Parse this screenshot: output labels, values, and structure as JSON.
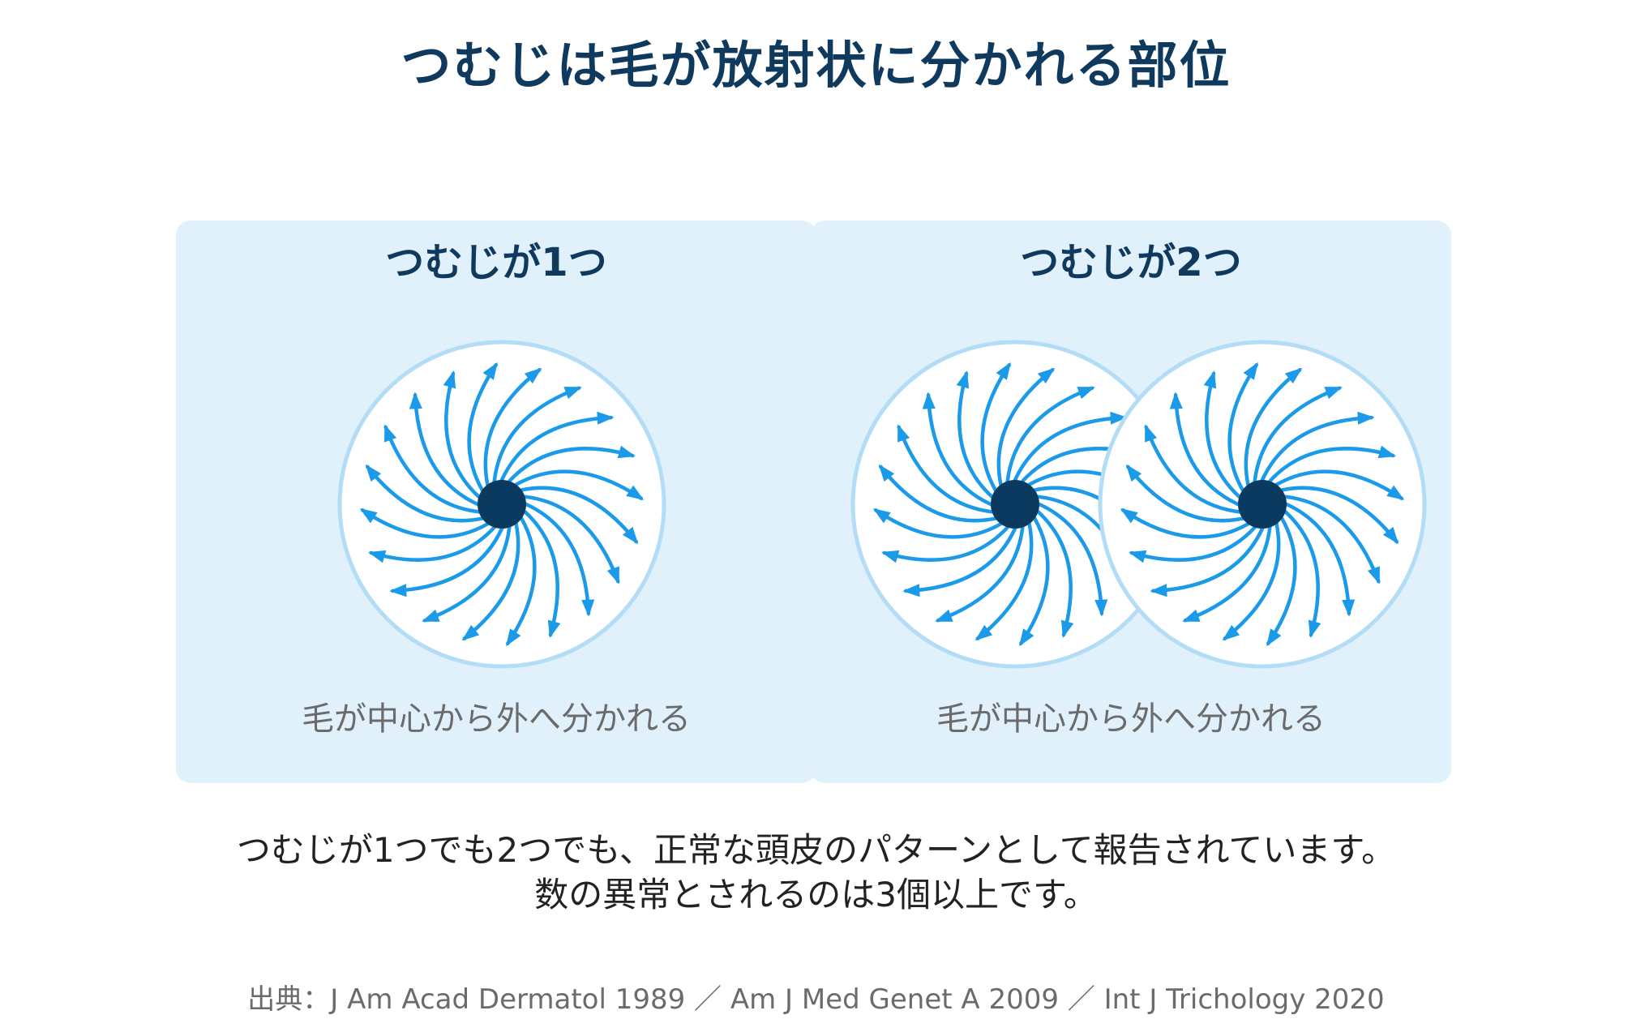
{
  "title": "つむじは毛が放射状に分かれる部位",
  "panels": [
    {
      "title": "つむじが1つ",
      "caption": "毛が中心から外へ分かれる",
      "whorl_count": 1
    },
    {
      "title": "つむじが2つ",
      "caption": "毛が中心から外へ分かれる",
      "whorl_count": 2
    }
  ],
  "note": {
    "line1": "つむじが1つでも2つでも、正常な頭皮のパターンとして報告されています。",
    "line2": "数の異常とされるのは3個以上です。"
  },
  "source": "出典：J Am Acad Dermatol 1989 ／ Am J Med Genet A 2009 ／ Int J Trichology 2020",
  "colors": {
    "title": "#0f3a5e",
    "panel_bg": "#e1f1fc",
    "circle_fill": "#ffffff",
    "circle_stroke": "#b3dcf6",
    "arrow": "#1a9ae8",
    "center_dot": "#0b3a60",
    "caption": "#6b6b6b"
  }
}
